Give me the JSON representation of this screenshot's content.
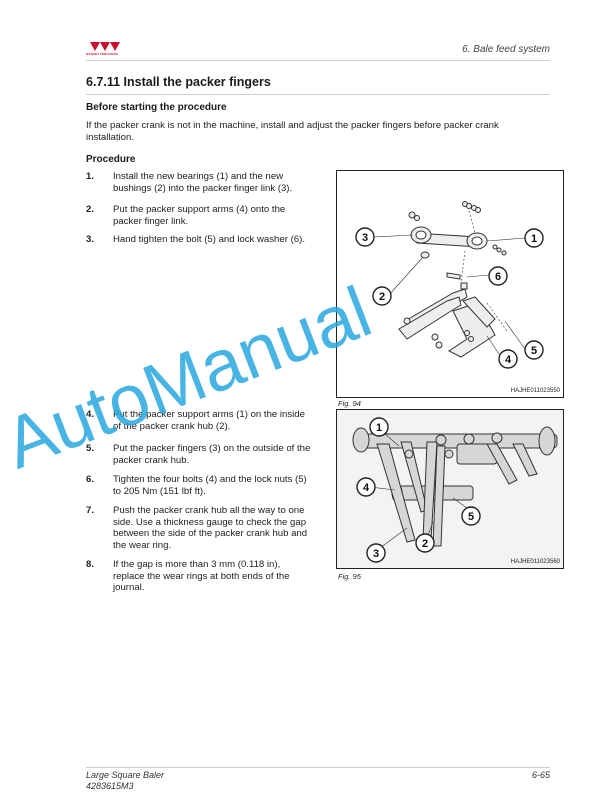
{
  "header": {
    "brand_text": "MASSEY FERGUSON",
    "section": "6. Bale feed system"
  },
  "heading": "6.7.11 Install the packer fingers",
  "before": {
    "title": "Before starting the procedure",
    "text": "If the packer crank is not in the machine, install and adjust the packer fingers before packer crank installation."
  },
  "procedure": {
    "title": "Procedure",
    "steps": [
      {
        "num": "1.",
        "text": "Install the new bearings (1) and the new bushings (2) into the packer finger link (3)."
      },
      {
        "num": "2.",
        "text": "Put the packer support arms (4) onto the packer finger link."
      },
      {
        "num": "3.",
        "text": "Hand tighten the bolt (5) and lock washer (6)."
      },
      {
        "num": "4.",
        "text": "Put the packer support arms (1) on the inside of the packer crank hub (2)."
      },
      {
        "num": "5.",
        "text": "Put the packer fingers (3) on the outside of the packer crank hub."
      },
      {
        "num": "6.",
        "text": "Tighten the four bolts (4) and the lock nuts (5) to 205 Nm (151 lbf ft)."
      },
      {
        "num": "7.",
        "text": "Push the packer crank hub all the way to one side. Use a thickness gauge to check the gap between the side of the packer crank hub and the wear ring."
      },
      {
        "num": "8.",
        "text": "If the gap is more than 3 mm (0.118 in), replace the wear rings at both ends of the journal."
      }
    ]
  },
  "figures": [
    {
      "caption": "Fig. 94",
      "code": "HAJHE011023550",
      "callouts": [
        "3",
        "1",
        "6",
        "2",
        "5",
        "4"
      ]
    },
    {
      "caption": "Fig. 95",
      "code": "HAJHE011023560",
      "callouts": [
        "1",
        "4",
        "5",
        "2",
        "3"
      ]
    }
  ],
  "watermark": "AutoManual",
  "footer": {
    "title": "Large Square Baler",
    "doc_number": "4283615M3",
    "page": "6-65"
  },
  "colors": {
    "brand_red": "#c8102e",
    "watermark_blue": "#29a8e0"
  }
}
